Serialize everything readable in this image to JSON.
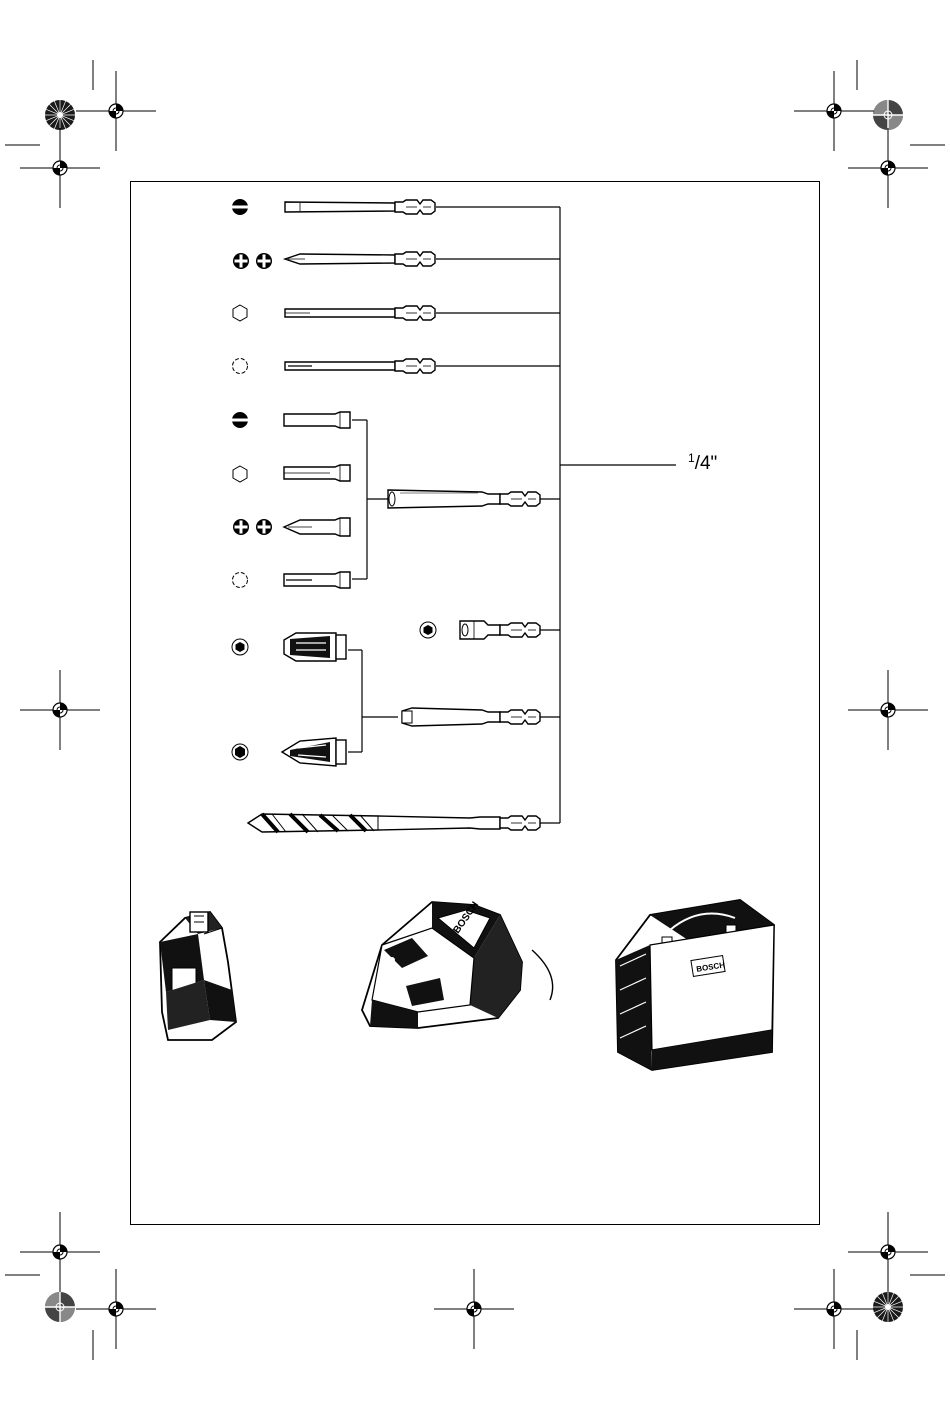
{
  "size_label": {
    "numerator": "1",
    "rest": "/4\""
  },
  "brand": {
    "charger_logo": "BOSCH",
    "case_logo": "BOSCH"
  },
  "bit_groups": [
    {
      "name": "long-bits",
      "items": [
        "slotted",
        "phillips",
        "hex",
        "torx"
      ]
    },
    {
      "name": "short-bits",
      "items": [
        "slotted",
        "hex",
        "phillips",
        "torx"
      ]
    },
    {
      "name": "socket-adapters",
      "items": [
        "hex-socket-small",
        "hex-socket-large"
      ]
    },
    {
      "name": "nut-setter",
      "items": [
        "hex-nut"
      ]
    },
    {
      "name": "drill-bit",
      "items": [
        "twist-drill"
      ]
    }
  ],
  "accessories": [
    "battery-pack",
    "charger",
    "carrying-case"
  ]
}
